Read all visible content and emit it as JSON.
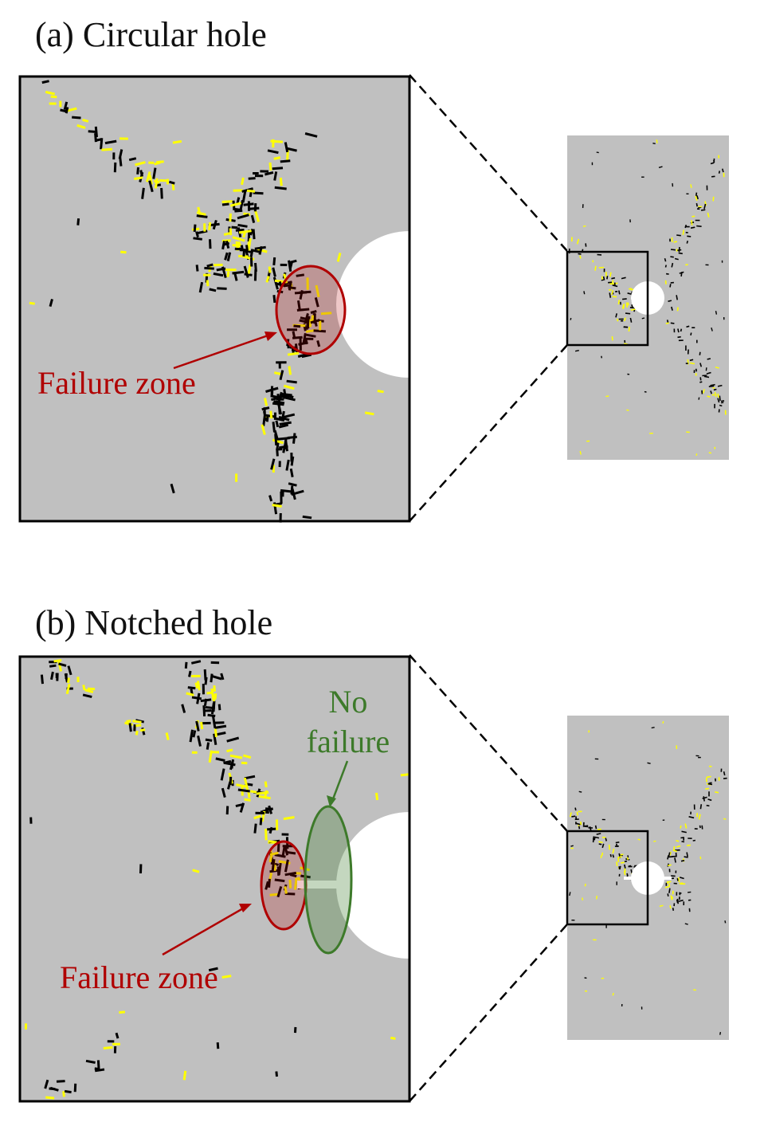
{
  "panels": [
    {
      "id": "a",
      "title": "(a) Circular hole",
      "notched": false,
      "annotations": [
        {
          "text": "Failure zone",
          "color": "#b00000"
        }
      ]
    },
    {
      "id": "b",
      "title": "(b) Notched hole",
      "notched": true,
      "annotations": [
        {
          "text": "Failure zone",
          "color": "#b00000"
        },
        {
          "text_lines": [
            "No",
            "failure"
          ],
          "color": "#3d7a2a"
        }
      ]
    }
  ],
  "colors": {
    "specimen": "#c0c0c0",
    "crack_tensile": "#000000",
    "crack_shear": "#ffff00",
    "failure_zone": "#b00000",
    "no_failure_zone": "#3d7a2a"
  }
}
